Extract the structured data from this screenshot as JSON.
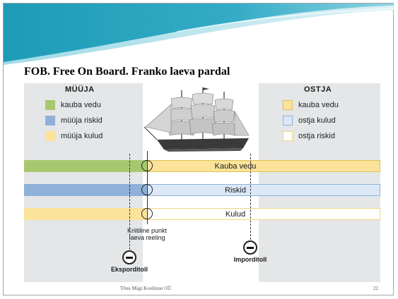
{
  "slide": {
    "title": "FOB. Free On Board. Franko laeva pardal",
    "footer_text": "Tõnu Mägi Koolituse OÜ",
    "page_number": "22"
  },
  "seller": {
    "heading": "MÜÜJA",
    "legend": [
      {
        "label": "kauba vedu",
        "color": "#a8c870",
        "border": "#a8c870"
      },
      {
        "label": "müüja riskid",
        "color": "#8fb0d8",
        "border": "#8fb0d8"
      },
      {
        "label": "müüja kulud",
        "color": "#fbe39a",
        "border": "#fbe39a"
      }
    ]
  },
  "buyer": {
    "heading": "OSTJA",
    "legend": [
      {
        "label": "kauba vedu",
        "color": "#fbe39a",
        "border": "#e2bf55"
      },
      {
        "label": "ostja kulud",
        "color": "#dce8f8",
        "border": "#8fb0d8"
      },
      {
        "label": "ostja riskid",
        "color": "#ffffff",
        "border": "#f4d57a"
      }
    ]
  },
  "bars": [
    {
      "label": "Kauba vedu",
      "seller_color": "#a8c870",
      "buyer_color": "#fbe39a",
      "buyer_border": "#e2bf55"
    },
    {
      "label": "Riskid",
      "seller_color": "#8fb0d8",
      "buyer_color": "#dce8f8",
      "buyer_border": "#8fb0d8"
    },
    {
      "label": "Kulud",
      "seller_color": "#fbe39a",
      "buyer_color": "#ffffff",
      "buyer_border": "#f4d57a"
    }
  ],
  "markers": {
    "critical_point": "Kriitiline punkt\nlaeva reeling",
    "export": "Eksporditoll",
    "import": "Imporditoll"
  },
  "colors": {
    "wave_dark": "#1e9bb7",
    "wave_light": "#8fd4e2",
    "diagram_bg": "#e4e6e8"
  },
  "icons": [
    "ship-illustration",
    "customs-minus-icon"
  ]
}
